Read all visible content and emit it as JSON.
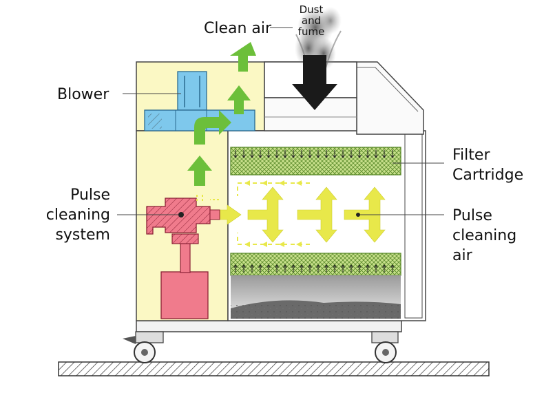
{
  "labels": {
    "clean_air": "Clean air",
    "dust_line1": "Dust",
    "dust_line2": "and",
    "dust_line3": "fume",
    "blower": "Blower",
    "pulse_system_line1": "Pulse",
    "pulse_system_line2": "cleaning",
    "pulse_system_line3": "system",
    "filter_line1": "Filter",
    "filter_line2": "Cartridge",
    "pulse_air_line1": "Pulse",
    "pulse_air_line2": "cleaning",
    "pulse_air_line3": "air"
  },
  "colors": {
    "housing_fill": "#fbf8c4",
    "outline": "#444444",
    "blower": "#7ec8ec",
    "pulse_system": "#f07b8c",
    "filter": "#c8e08c",
    "flow_arrow": "#6cbf3a",
    "pulse_arrow": "#e8e84a",
    "dust_arrow": "#1a1a1a",
    "ground_hatch": "#555555"
  }
}
